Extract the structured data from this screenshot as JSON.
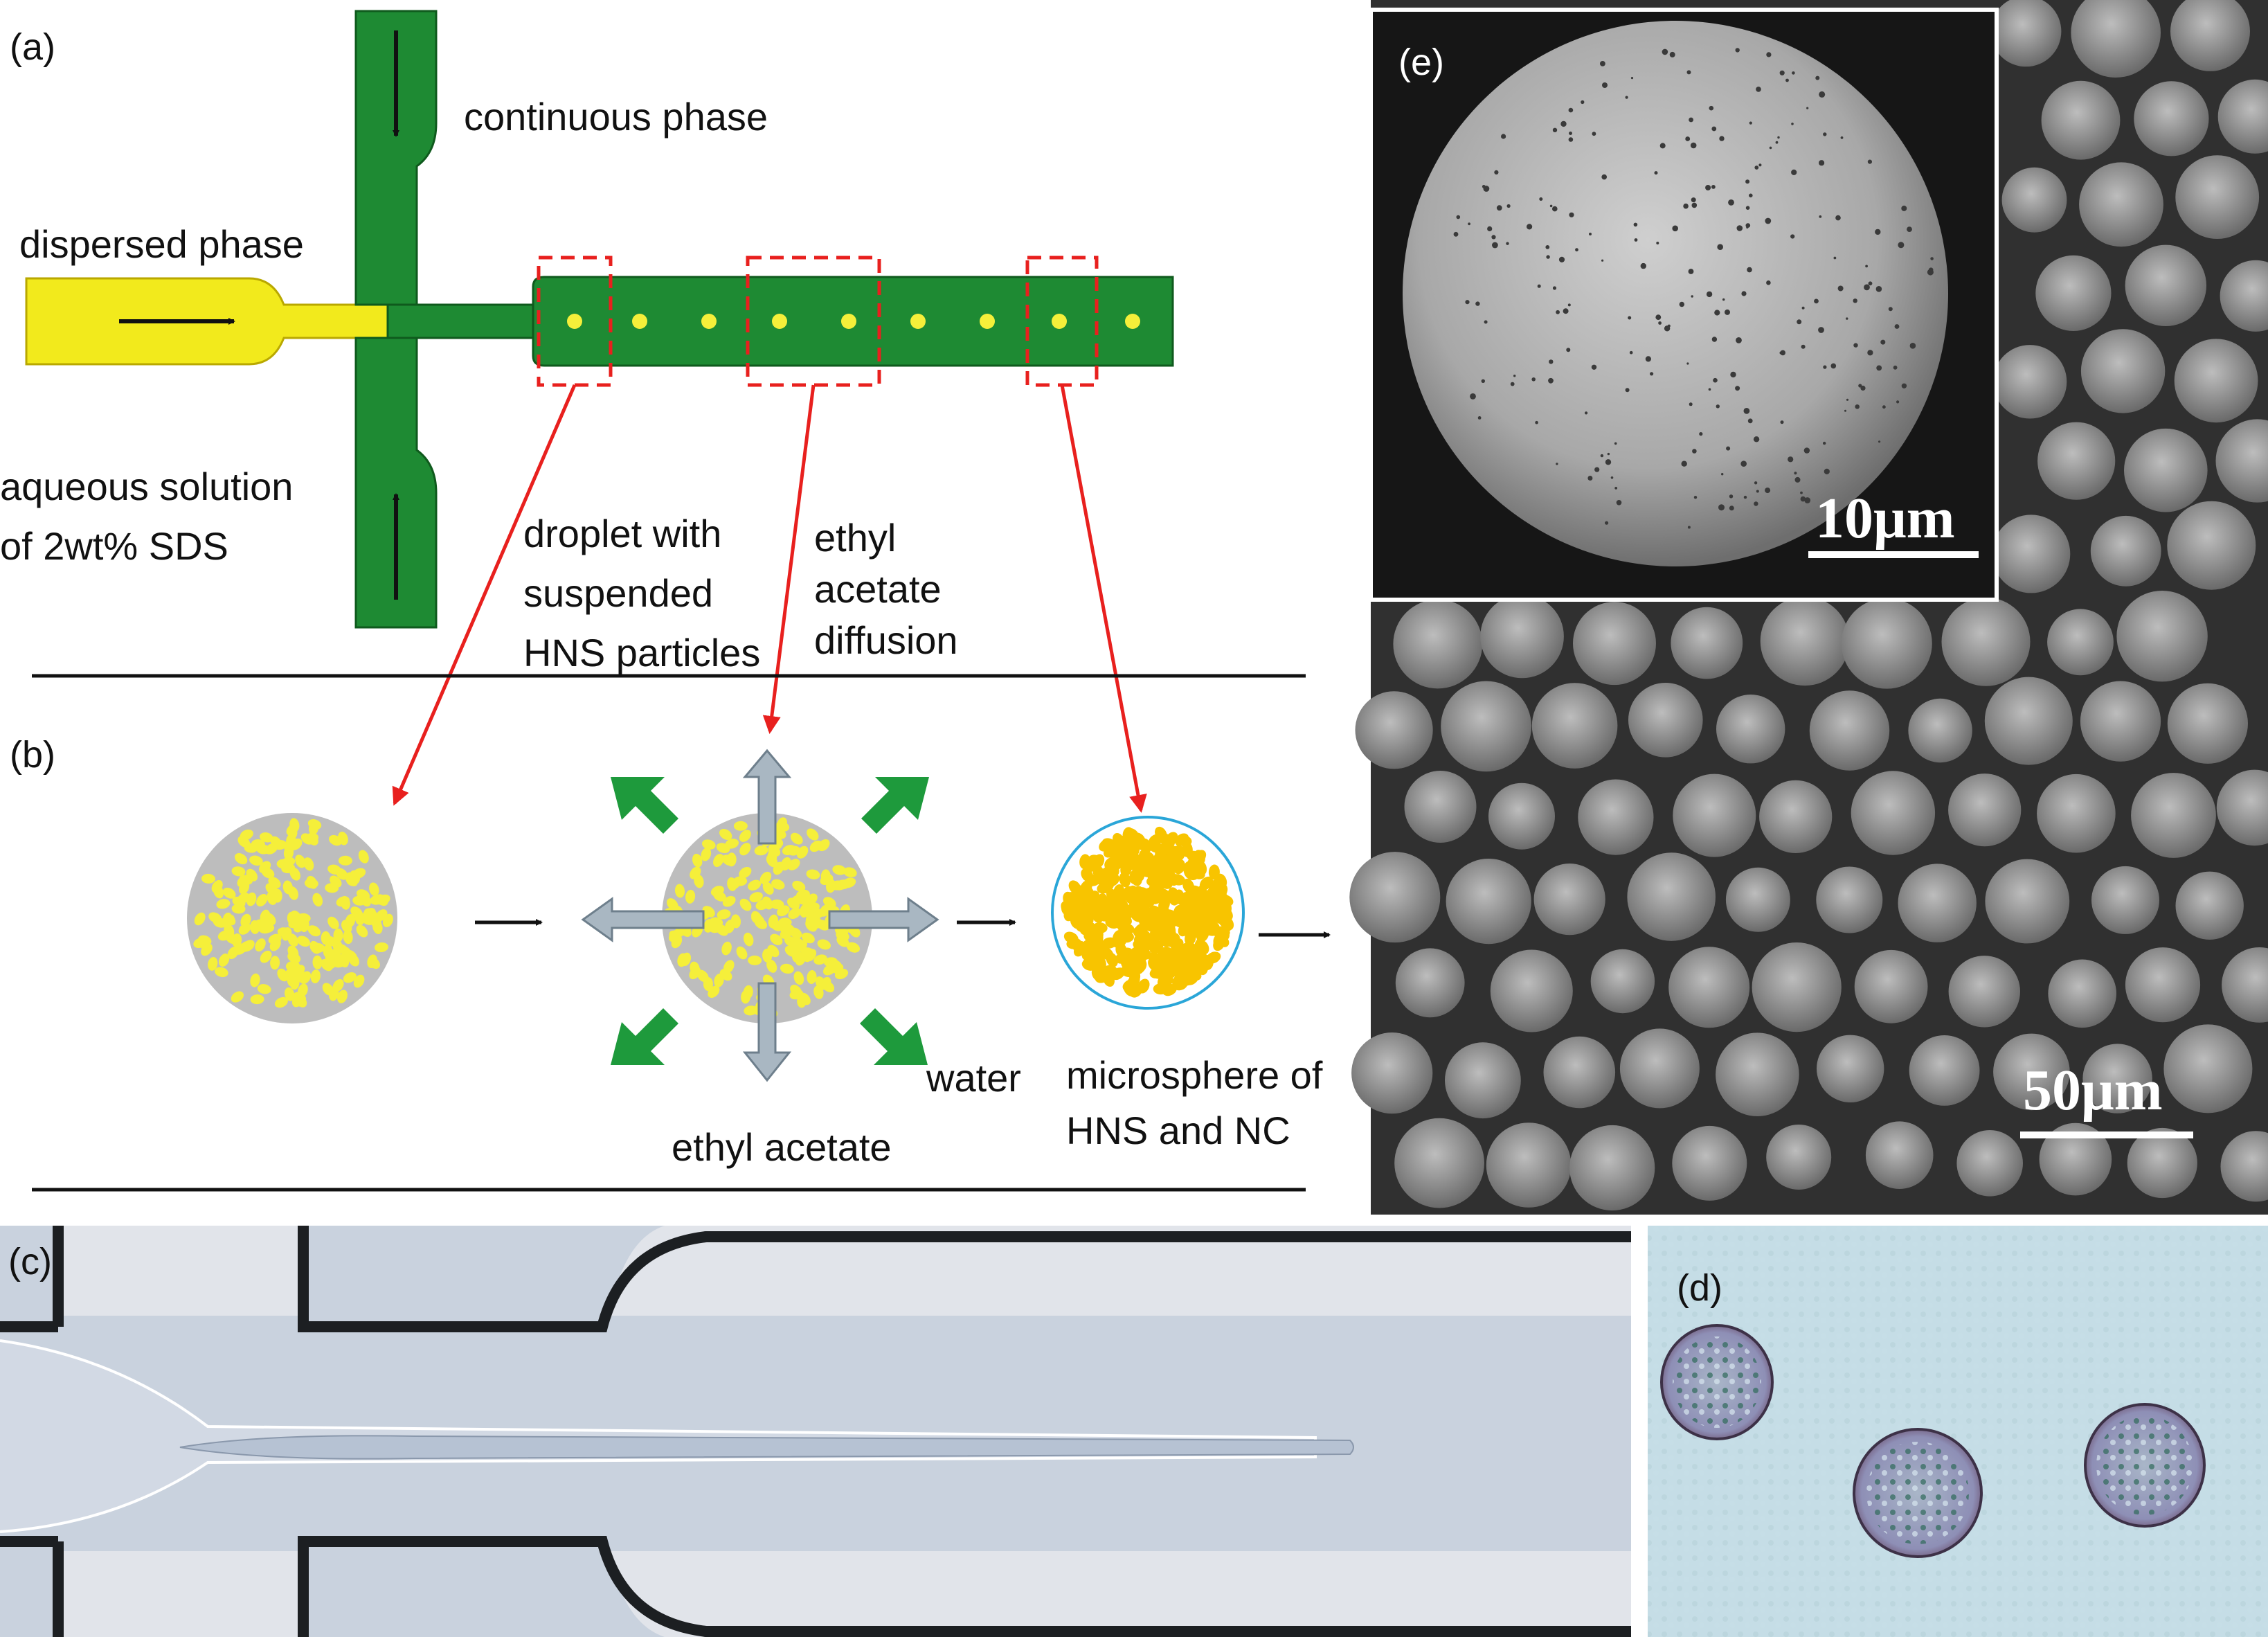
{
  "panels": {
    "a": "(a)",
    "b": "(b)",
    "c": "(c)",
    "d": "(d)",
    "e": "(e)"
  },
  "panel_a": {
    "continuous_phase": "continuous phase",
    "dispersed_phase": "dispersed phase",
    "aqueous_line1": "aqueous solution",
    "aqueous_line2": "of 2wt% SDS",
    "droplet_line1": "droplet with",
    "droplet_line2": "suspended",
    "droplet_line3": "HNS particles",
    "ethyl_line1": "ethyl",
    "ethyl_line2": "acetate",
    "ethyl_line3": "diffusion"
  },
  "panel_b": {
    "water": "water",
    "ethyl_acetate": "ethyl acetate",
    "micro_line1": "microsphere of",
    "micro_line2": "HNS and NC"
  },
  "scale_bars": {
    "inset": "10μm",
    "main": "50μm"
  },
  "colors": {
    "channel_green": "#1e8a33",
    "dispersed_yellow": "#f2ea1c",
    "droplet_yellow": "#f5ef3a",
    "dashed_red": "#e8201e",
    "droplet_gray": "#bdbdbd",
    "microsphere_orange": "#f8c400",
    "shell_blue": "#2aa6d8",
    "sem_dark": "#2f2f2f",
    "optical_bg": "#c5dde6"
  }
}
